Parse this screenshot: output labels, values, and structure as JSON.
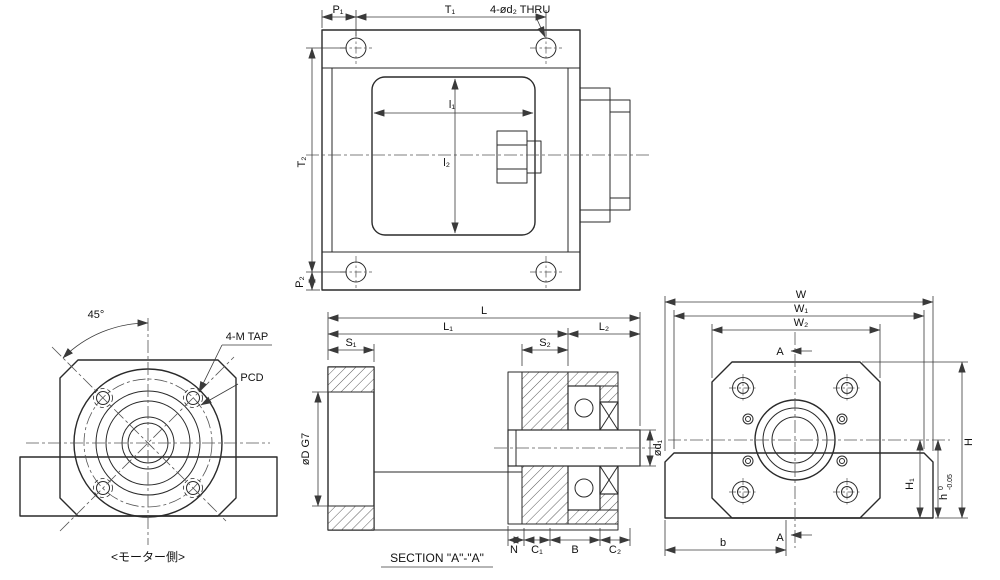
{
  "drawing_title": "bearing support unit drawing",
  "colors": {
    "line": "#2a2a2a",
    "background": "#ffffff"
  },
  "views": {
    "top": {
      "P1": "P₁",
      "T1": "T₁",
      "thru": "4-ød₂ THRU",
      "l1": "l₁",
      "l2": "l₂",
      "T2": "T₂",
      "P2": "P₂"
    },
    "front": {
      "angle": "45°",
      "tap": "4-M TAP",
      "pcd": "PCD",
      "caption": "<モーター側>"
    },
    "section": {
      "L": "L",
      "L1": "L₁",
      "L2": "L₂",
      "S1": "S₁",
      "S2": "S₂",
      "DG7": "øD G7",
      "d1": "ød₁",
      "N": "N",
      "C1": "C₁",
      "B": "B",
      "C2": "C₂",
      "caption": "SECTION \"A\"-\"A\""
    },
    "side": {
      "W": "W",
      "W1": "W₁",
      "W2": "W₂",
      "A": "A",
      "H": "H",
      "H1": "H₁",
      "h": "h",
      "h_tol_upper": "0",
      "h_tol_lower": "-0.05",
      "b": "b"
    }
  }
}
